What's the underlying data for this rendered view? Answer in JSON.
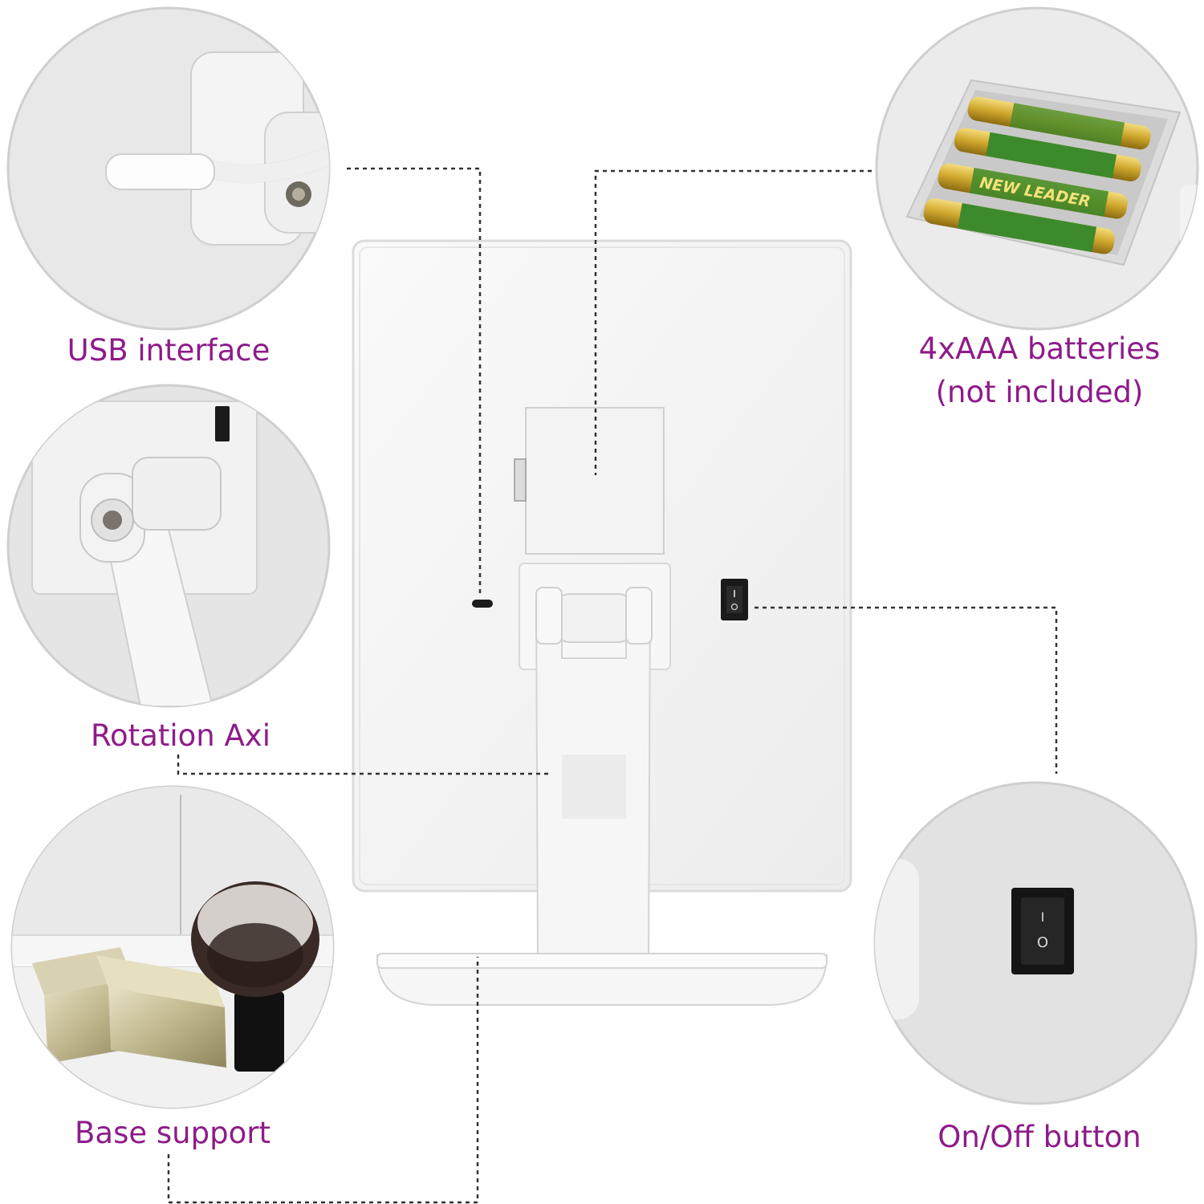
{
  "labels": {
    "usb": "USB interface",
    "rotation": "Rotation Axi",
    "base": "Base support",
    "batteries_line1": "4xAAA batteries",
    "batteries_line2": "(not included)",
    "switch": "On/Off button"
  },
  "battery_brand": "NEW LEADER",
  "switch_symbols": {
    "on": "I",
    "off": "O"
  },
  "colors": {
    "label_text": "#8e1b8a",
    "dotted_line": "#333333",
    "device_white": "#f4f4f4",
    "circle_bg": "#e7e7e7",
    "battery_gold": "#d6b43a",
    "battery_green": "#3d8a2c",
    "switch_black": "#1a1a1a"
  },
  "icons": [
    "usb-cable-icon",
    "hinge-icon",
    "brush-icon",
    "battery-icon",
    "rocker-switch-icon"
  ]
}
